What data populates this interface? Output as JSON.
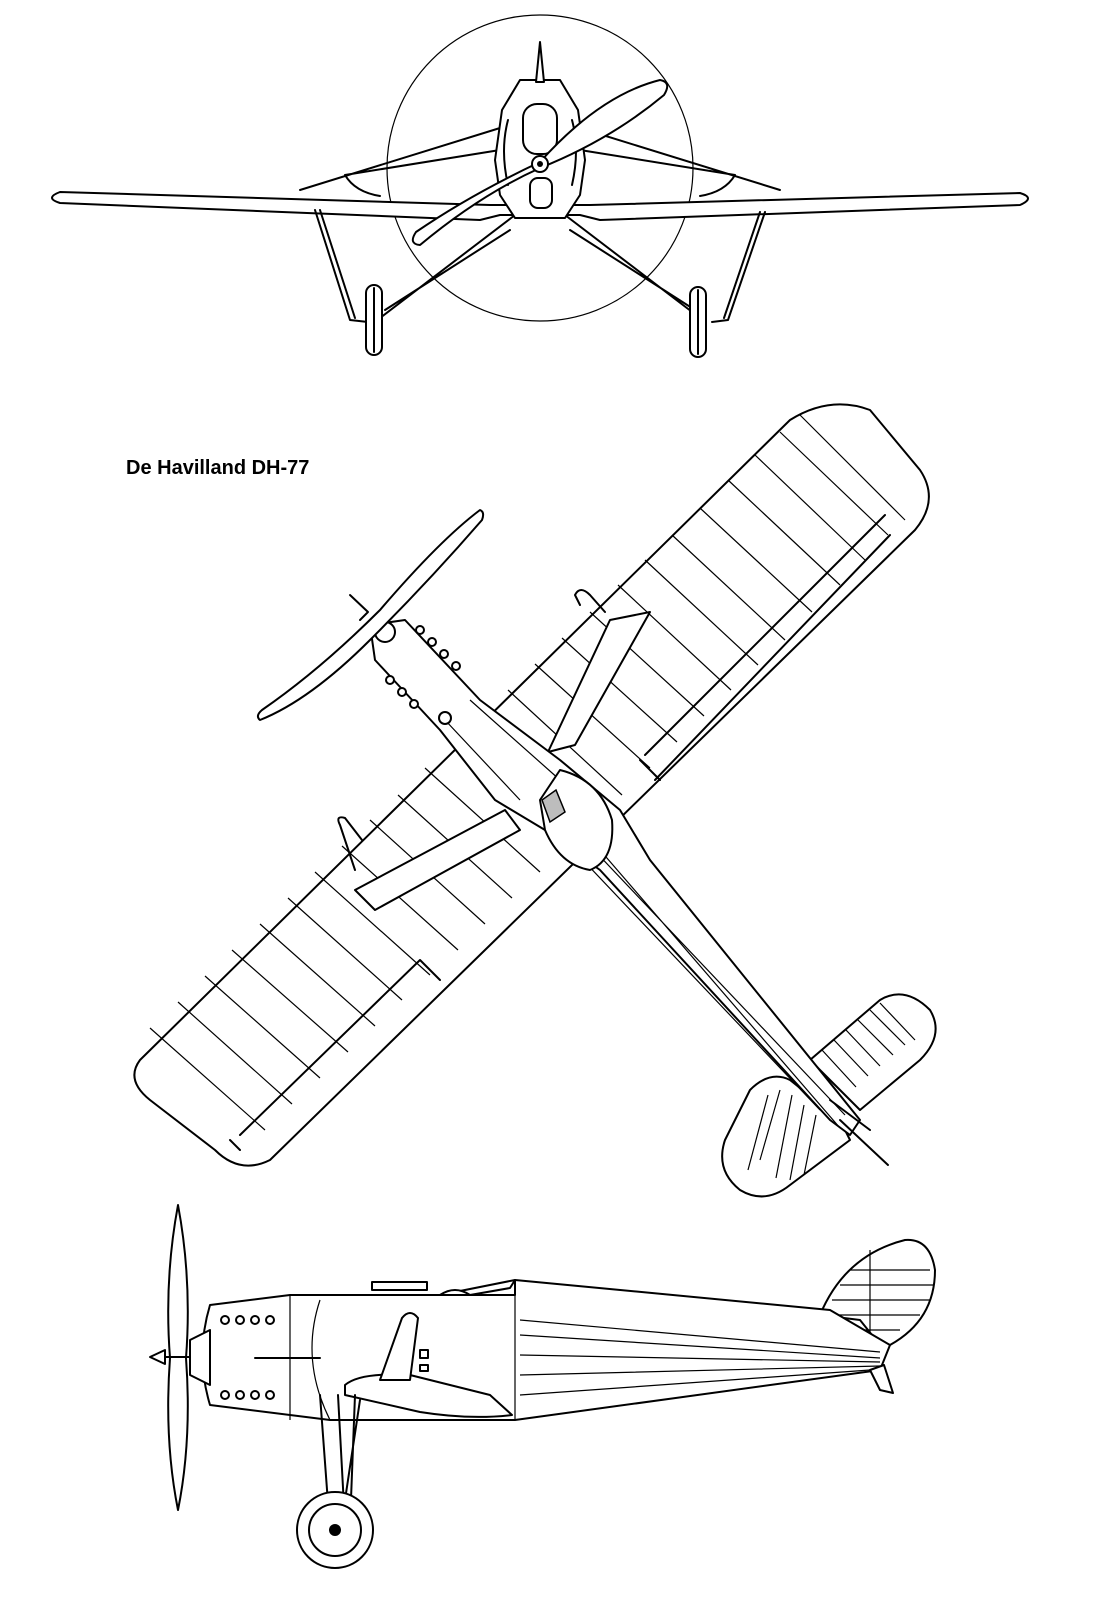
{
  "title": "De Havilland DH-77",
  "views": [
    {
      "id": "front",
      "name": "front-view"
    },
    {
      "id": "top",
      "name": "top-view"
    },
    {
      "id": "side",
      "name": "side-view"
    }
  ],
  "colors": {
    "line": "#000000",
    "background": "#ffffff",
    "shade": "#bdbdbd"
  }
}
